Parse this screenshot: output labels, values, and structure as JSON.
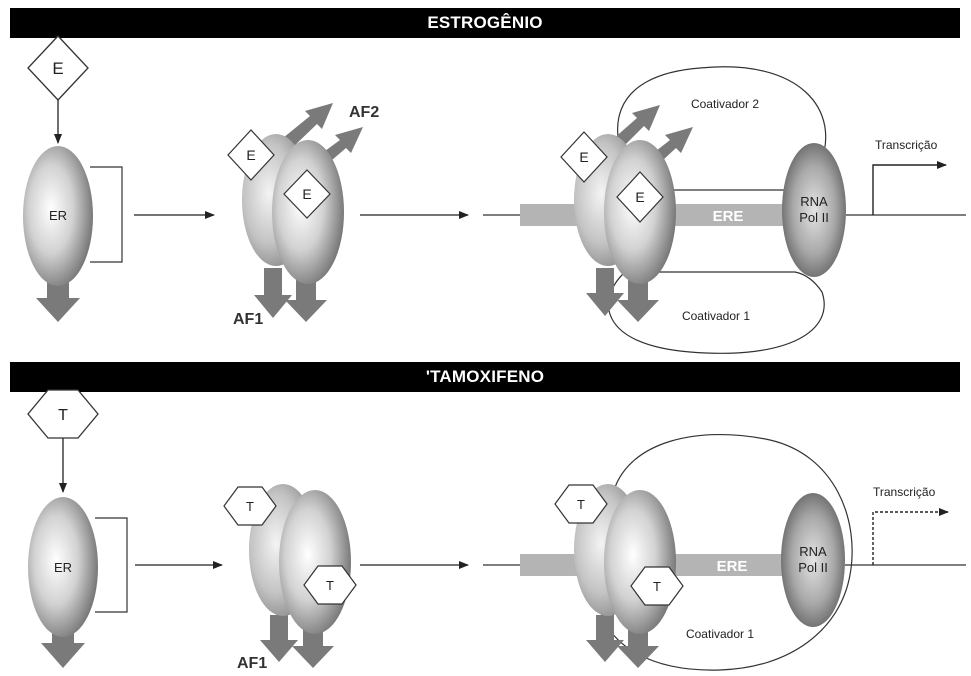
{
  "panels": [
    {
      "title": "ESTROGÊNIO",
      "ligand": "E",
      "receptor": "ER",
      "af1": "AF1",
      "af2": "AF2",
      "ere": "ERE",
      "rna_pol": [
        "RNA",
        "Pol II"
      ],
      "coactivator_top": "Coativador 2",
      "coactivator_bottom": "Coativador 1",
      "transcription": "Transcrição",
      "transcription_active": true
    },
    {
      "title": "'TAMOXIFENO",
      "ligand": "T",
      "receptor": "ER",
      "af1": "AF1",
      "ere": "ERE",
      "rna_pol": [
        "RNA",
        "Pol II"
      ],
      "coactivator_bottom": "Coativador 1",
      "transcription": "Transcrição",
      "transcription_active": false
    }
  ],
  "colors": {
    "banner": "#000000",
    "arrow_gray": "#707070",
    "ere_bar": "#b4b4b4",
    "line": "#333333"
  }
}
